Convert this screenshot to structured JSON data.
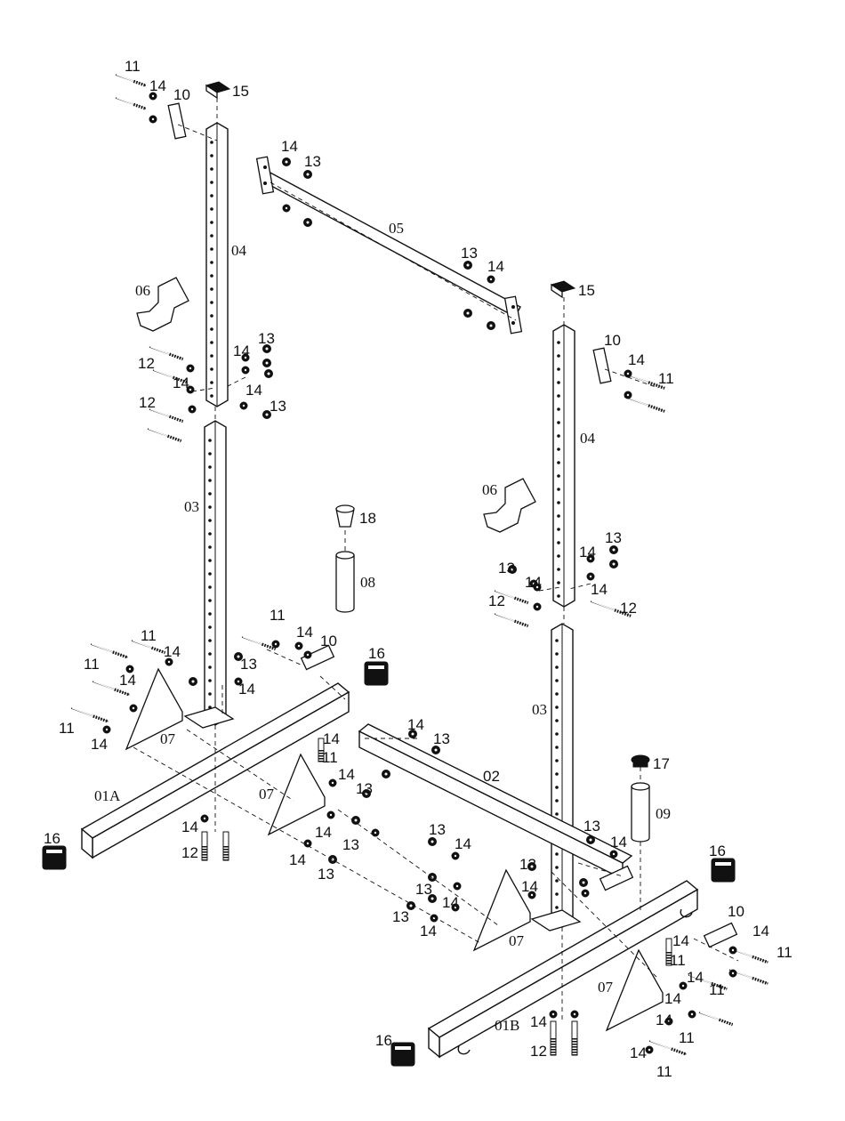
{
  "parts": {
    "p01A": "01A",
    "p01B": "01B",
    "p02": "02",
    "p03": "03",
    "p04": "04",
    "p05": "05",
    "p06": "06",
    "p07": "07",
    "p08": "08",
    "p09": "09",
    "p10": "10",
    "p11": "11",
    "p12": "12",
    "p13": "13",
    "p14": "14",
    "p15": "15",
    "p16": "16",
    "p17": "17",
    "p18": "18"
  }
}
